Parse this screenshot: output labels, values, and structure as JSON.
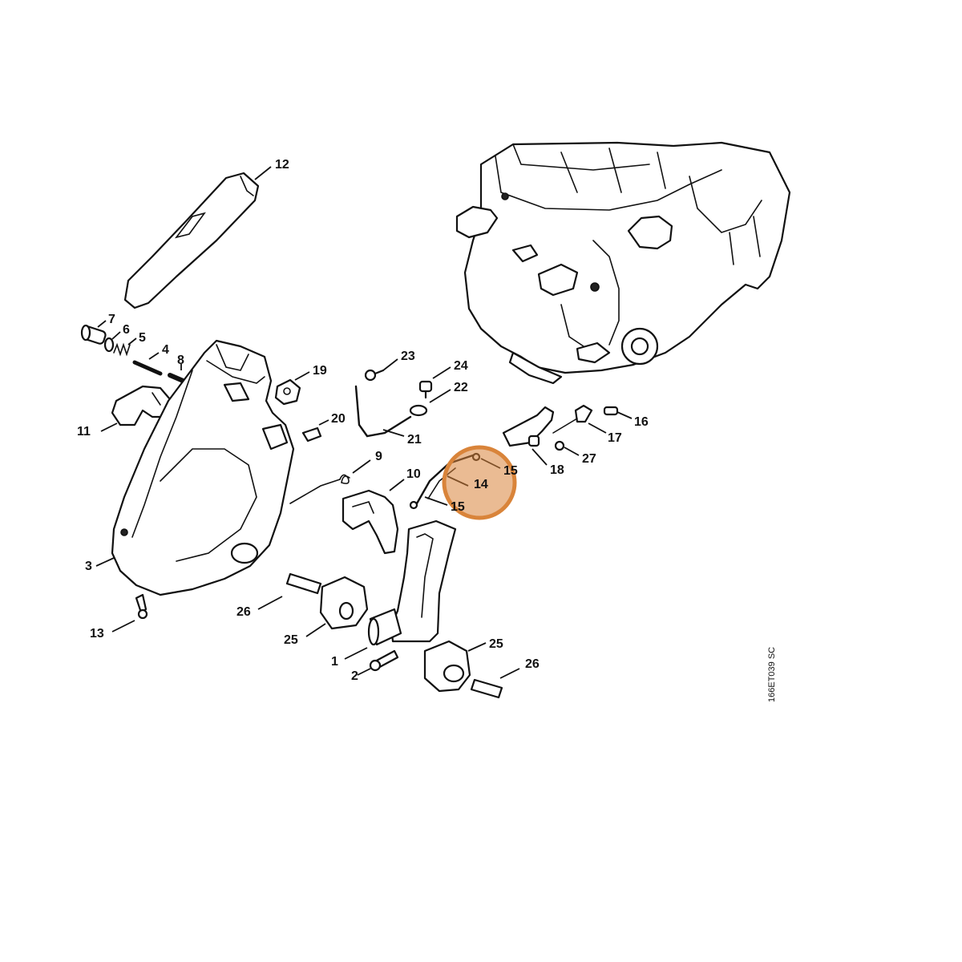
{
  "diagram_code": "166ET039 SC",
  "highlight_color": "#d9843a",
  "callouts": [
    {
      "id": "c12",
      "label": "12"
    },
    {
      "id": "c7",
      "label": "7"
    },
    {
      "id": "c6",
      "label": "6"
    },
    {
      "id": "c5",
      "label": "5"
    },
    {
      "id": "c4",
      "label": "4"
    },
    {
      "id": "c8",
      "label": "8"
    },
    {
      "id": "c11",
      "label": "11"
    },
    {
      "id": "c19",
      "label": "19"
    },
    {
      "id": "c20",
      "label": "20"
    },
    {
      "id": "c23",
      "label": "23"
    },
    {
      "id": "c24",
      "label": "24"
    },
    {
      "id": "c22",
      "label": "22"
    },
    {
      "id": "c21",
      "label": "21"
    },
    {
      "id": "c9",
      "label": "9"
    },
    {
      "id": "c10",
      "label": "10"
    },
    {
      "id": "c14",
      "label": "14"
    },
    {
      "id": "c15a",
      "label": "15"
    },
    {
      "id": "c15b",
      "label": "15"
    },
    {
      "id": "c16",
      "label": "16"
    },
    {
      "id": "c17",
      "label": "17"
    },
    {
      "id": "c18",
      "label": "18"
    },
    {
      "id": "c27",
      "label": "27"
    },
    {
      "id": "c3",
      "label": "3"
    },
    {
      "id": "c13",
      "label": "13"
    },
    {
      "id": "c26a",
      "label": "26"
    },
    {
      "id": "c25a",
      "label": "25"
    },
    {
      "id": "c1",
      "label": "1"
    },
    {
      "id": "c2",
      "label": "2"
    },
    {
      "id": "c25b",
      "label": "25"
    },
    {
      "id": "c26b",
      "label": "26"
    }
  ]
}
